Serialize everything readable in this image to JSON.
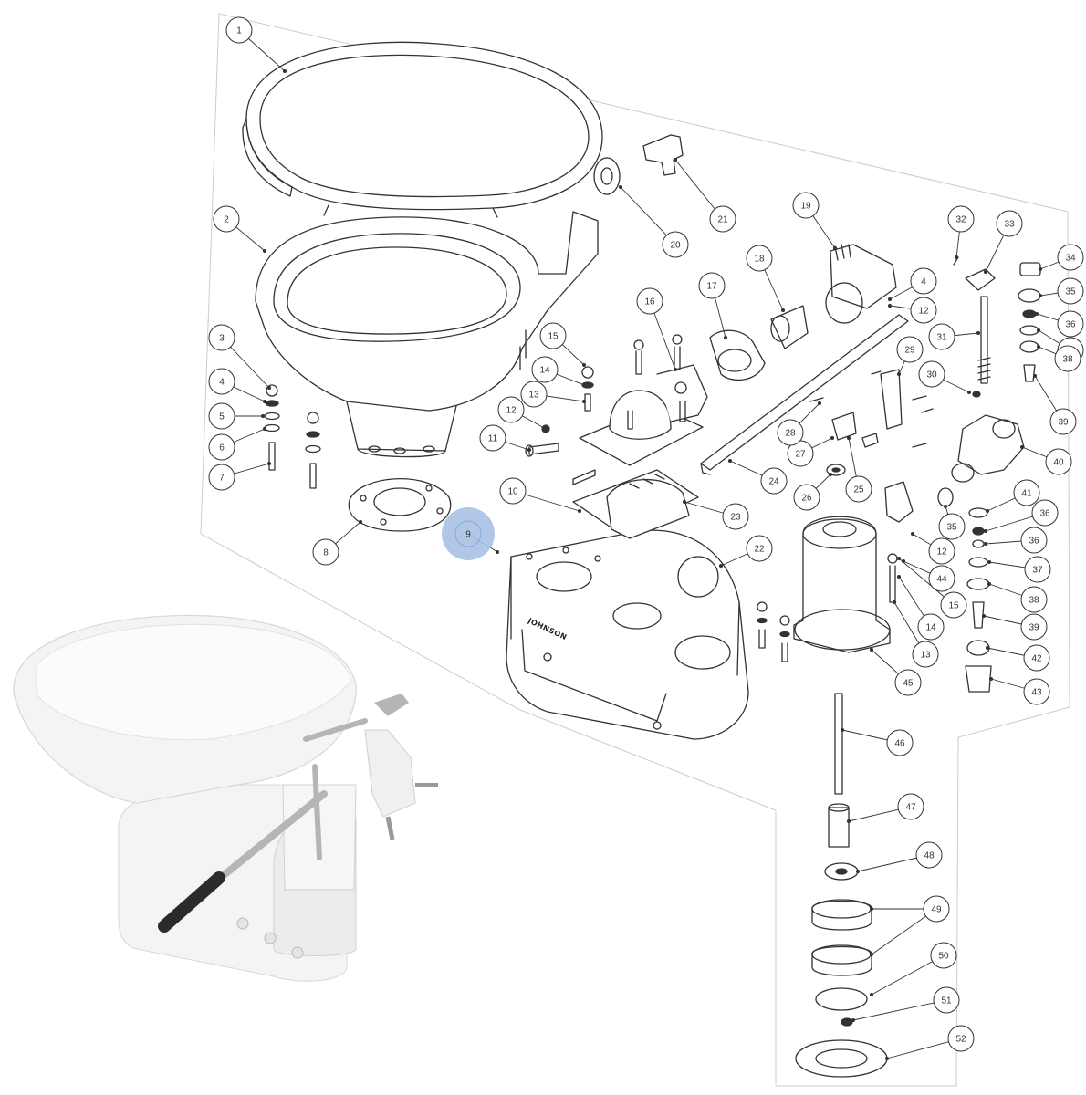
{
  "callouts": [
    {
      "id": "c1",
      "label": "1"
    },
    {
      "id": "c2",
      "label": "2"
    },
    {
      "id": "c3",
      "label": "3"
    },
    {
      "id": "c4a",
      "label": "4"
    },
    {
      "id": "c5",
      "label": "5"
    },
    {
      "id": "c6",
      "label": "6"
    },
    {
      "id": "c7",
      "label": "7"
    },
    {
      "id": "c8",
      "label": "8"
    },
    {
      "id": "c9",
      "label": "9",
      "highlighted": true
    },
    {
      "id": "c10",
      "label": "10"
    },
    {
      "id": "c11",
      "label": "11"
    },
    {
      "id": "c12a",
      "label": "12"
    },
    {
      "id": "c13a",
      "label": "13"
    },
    {
      "id": "c14a",
      "label": "14"
    },
    {
      "id": "c15a",
      "label": "15"
    },
    {
      "id": "c16",
      "label": "16"
    },
    {
      "id": "c17",
      "label": "17"
    },
    {
      "id": "c18",
      "label": "18"
    },
    {
      "id": "c19",
      "label": "19"
    },
    {
      "id": "c20",
      "label": "20"
    },
    {
      "id": "c21",
      "label": "21"
    },
    {
      "id": "c22",
      "label": "22"
    },
    {
      "id": "c23",
      "label": "23"
    },
    {
      "id": "c24",
      "label": "24"
    },
    {
      "id": "c25",
      "label": "25"
    },
    {
      "id": "c26",
      "label": "26"
    },
    {
      "id": "c27",
      "label": "27"
    },
    {
      "id": "c28",
      "label": "28"
    },
    {
      "id": "c29",
      "label": "29"
    },
    {
      "id": "c30",
      "label": "30"
    },
    {
      "id": "c31",
      "label": "31"
    },
    {
      "id": "c32",
      "label": "32"
    },
    {
      "id": "c33",
      "label": "33"
    },
    {
      "id": "c34",
      "label": "34"
    },
    {
      "id": "c35a",
      "label": "35"
    },
    {
      "id": "c36a",
      "label": "36"
    },
    {
      "id": "c37a",
      "label": "37"
    },
    {
      "id": "c38a",
      "label": "38"
    },
    {
      "id": "c39a",
      "label": "39"
    },
    {
      "id": "c40",
      "label": "40"
    },
    {
      "id": "c41",
      "label": "41"
    },
    {
      "id": "c36b",
      "label": "36"
    },
    {
      "id": "c36c",
      "label": "36"
    },
    {
      "id": "c37b",
      "label": "37"
    },
    {
      "id": "c38b",
      "label": "38"
    },
    {
      "id": "c39b",
      "label": "39"
    },
    {
      "id": "c42",
      "label": "42"
    },
    {
      "id": "c43",
      "label": "43"
    },
    {
      "id": "c4b",
      "label": "4"
    },
    {
      "id": "c12b",
      "label": "12"
    },
    {
      "id": "c12c",
      "label": "12"
    },
    {
      "id": "c35b",
      "label": "35"
    },
    {
      "id": "c44",
      "label": "44"
    },
    {
      "id": "c15b",
      "label": "15"
    },
    {
      "id": "c14b",
      "label": "14"
    },
    {
      "id": "c13b",
      "label": "13"
    },
    {
      "id": "c45",
      "label": "45"
    },
    {
      "id": "c46",
      "label": "46"
    },
    {
      "id": "c47",
      "label": "47"
    },
    {
      "id": "c48",
      "label": "48"
    },
    {
      "id": "c49",
      "label": "49"
    },
    {
      "id": "c50",
      "label": "50"
    },
    {
      "id": "c51",
      "label": "51"
    },
    {
      "id": "c52",
      "label": "52"
    }
  ],
  "base_stamp": "JOHNSON",
  "colors": {
    "line": "#333333",
    "highlight": "#a9c1e6",
    "highlight_stroke": "#8aa8d8",
    "panel_edge": "#cccccc",
    "porcelain": "#f4f4f4",
    "shadow": "#d8d8d8",
    "chrome": "#b5b5b5",
    "handle": "#2b2b2b"
  }
}
